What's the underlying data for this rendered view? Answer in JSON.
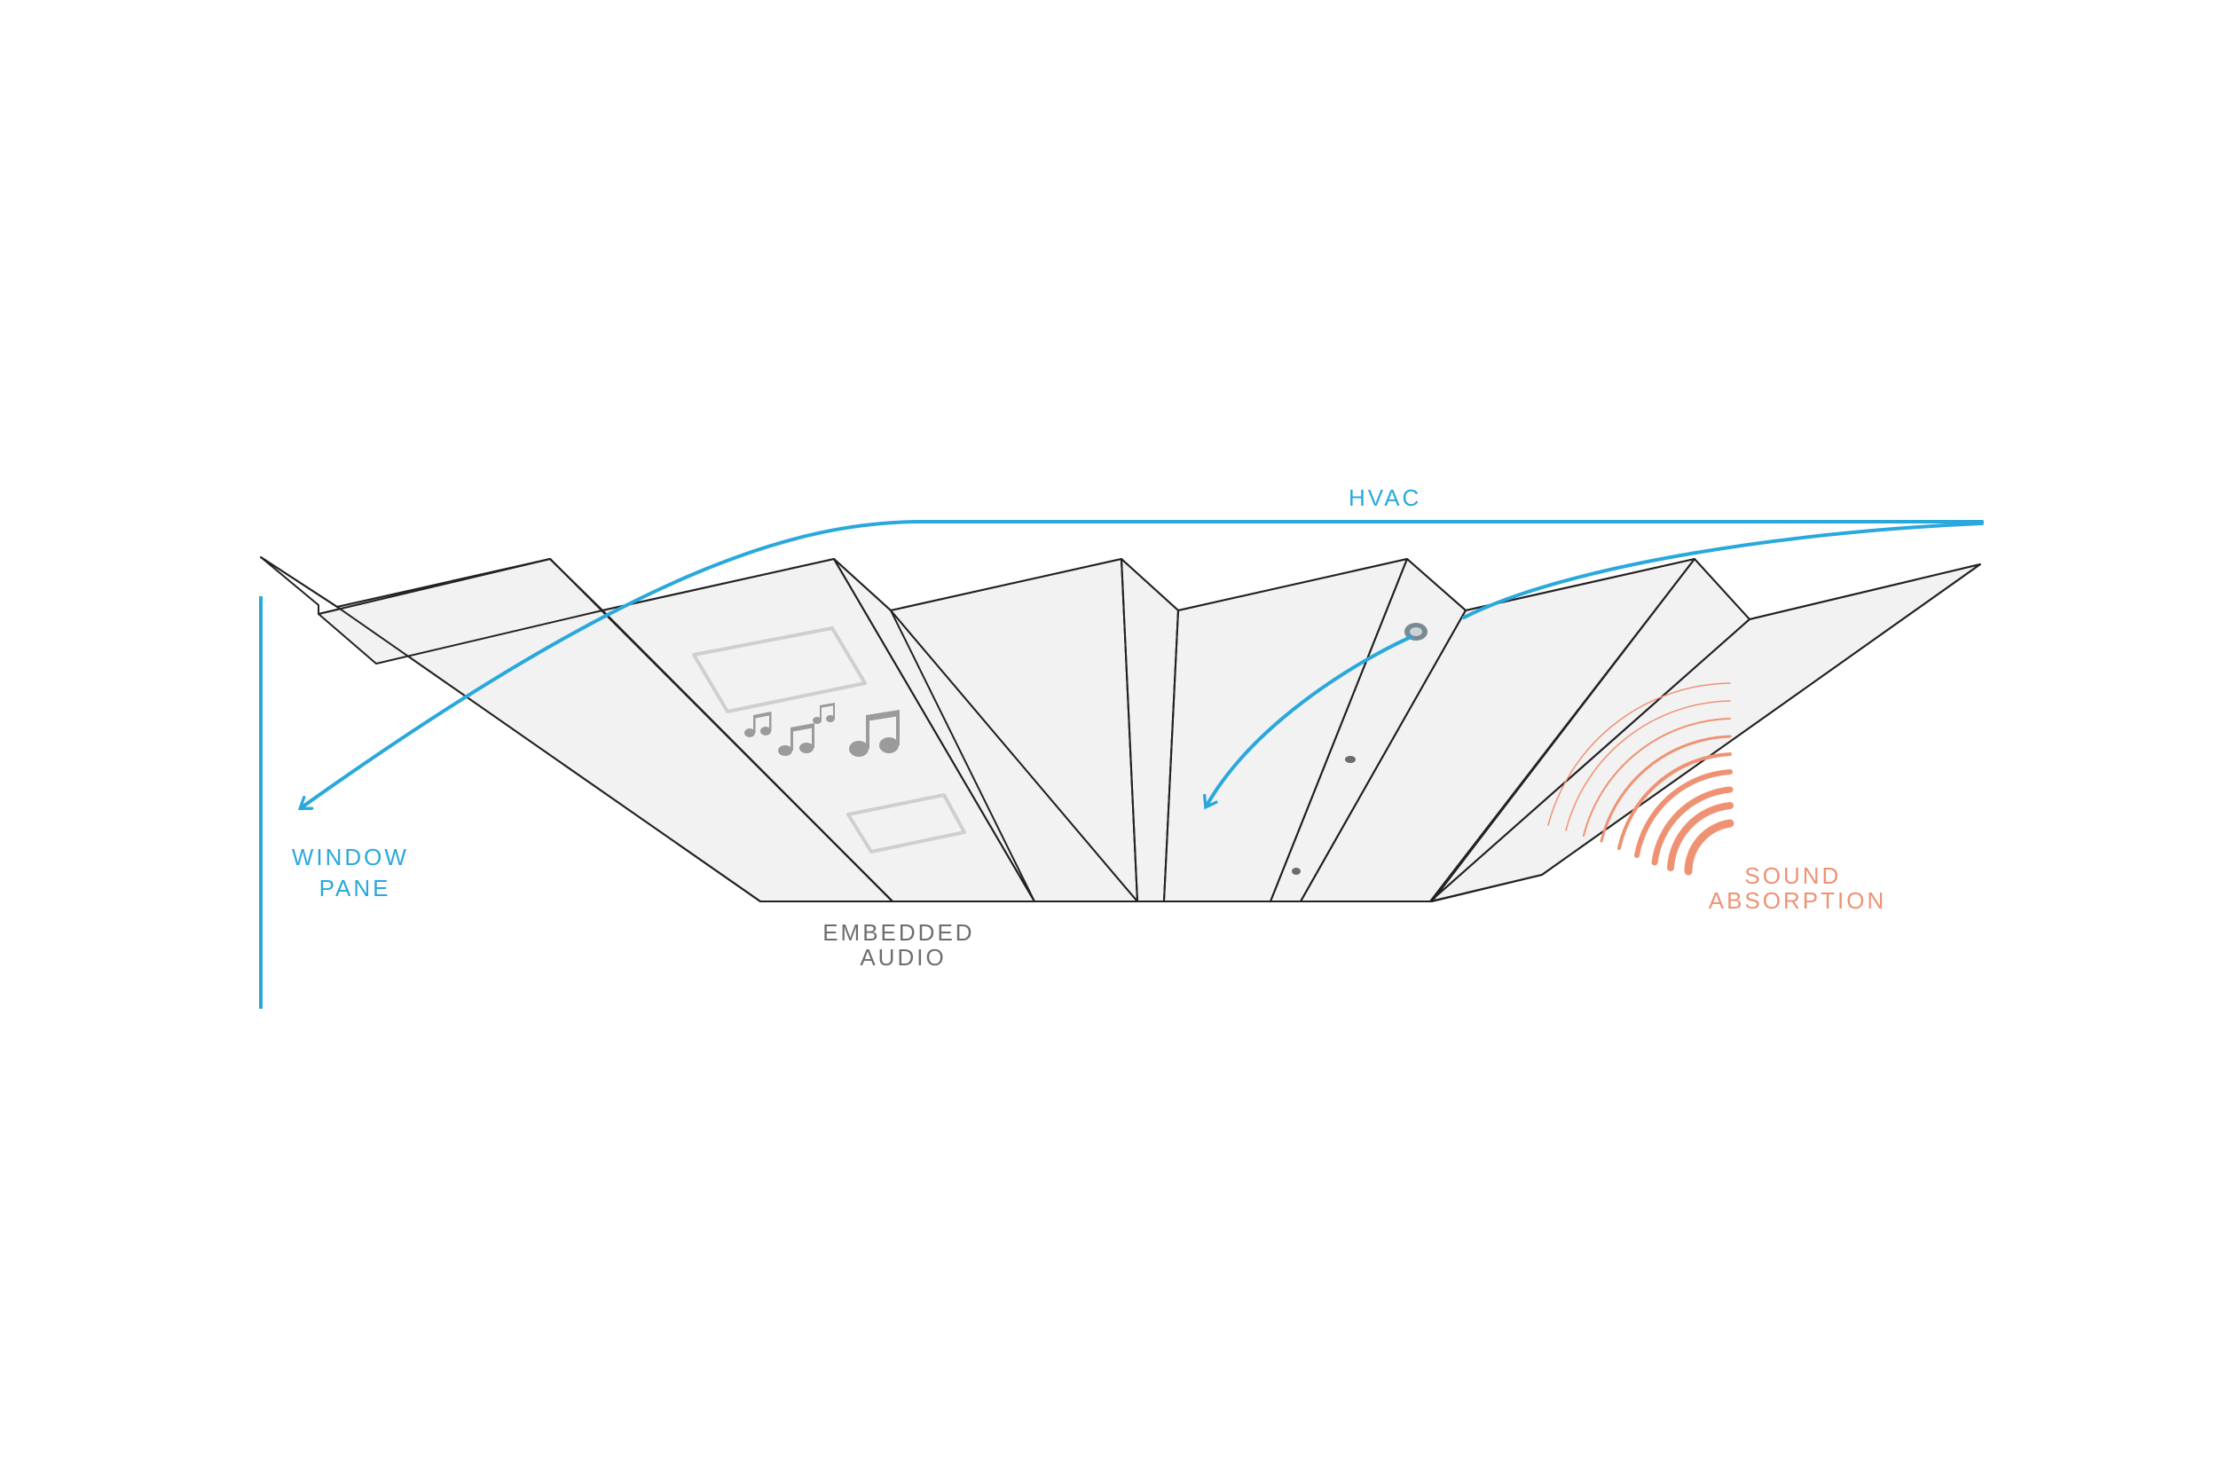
{
  "labels": {
    "hvac": "HVAC",
    "window_pane": [
      "WINDOW",
      "PANE"
    ],
    "embedded_audio": [
      "EMBEDDED",
      "AUDIO"
    ],
    "sound_absorption": [
      "SOUND",
      "ABSORPTION"
    ]
  },
  "colors": {
    "airflow": "#2aa8dc",
    "sound": "#ef9273",
    "audio": "#6d6d6d",
    "panel_fill": "#f2f2f2",
    "outline": "#222222"
  },
  "icons": [
    "music-notes-icon",
    "speaker-icon",
    "air-vent-icon",
    "sound-wave-icon"
  ]
}
